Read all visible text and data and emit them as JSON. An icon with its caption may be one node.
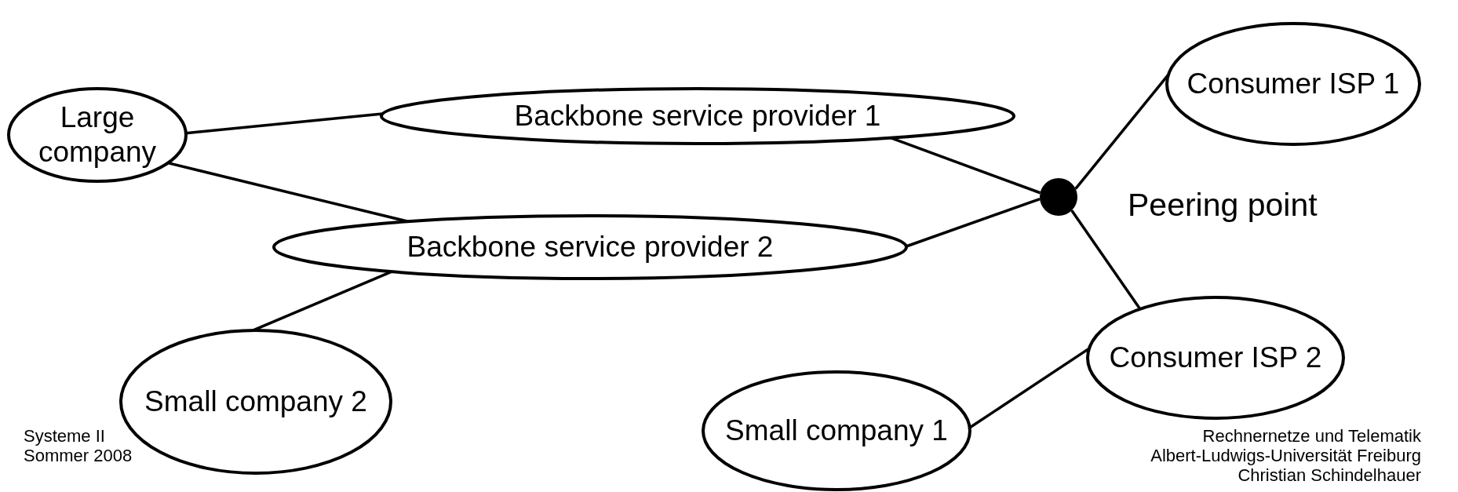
{
  "diagram": {
    "nodes": [
      {
        "text": [
          "Large company"
        ]
      },
      {
        "text": [
          "Backbone service provider 1"
        ]
      },
      {
        "text": [
          "Backbone service provider 2"
        ]
      },
      {
        "text": [
          "Small company 2"
        ]
      },
      {
        "text": [],
        "shape": "circle",
        "beside": [
          "Peering point"
        ]
      },
      {
        "text": [
          "Consumer ISP 1"
        ]
      },
      {
        "text": [
          "Consumer ISP 2"
        ]
      },
      {
        "text": [
          "Small company 1"
        ]
      }
    ],
    "edges": [
      {
        "from": 0,
        "to": 1,
        "arrow": "none"
      },
      {
        "from": 0,
        "to": 2,
        "arrow": "none"
      },
      {
        "from": 2,
        "to": 3,
        "arrow": "none"
      },
      {
        "from": 1,
        "to": 4,
        "arrow": "none"
      },
      {
        "from": 2,
        "to": 4,
        "arrow": "none"
      },
      {
        "from": 4,
        "to": 5,
        "arrow": "none"
      },
      {
        "from": 4,
        "to": 6,
        "arrow": "none"
      },
      {
        "from": 6,
        "to": 7,
        "arrow": "none"
      }
    ],
    "labels": [
      "Systeme II",
      "Sommer 2008",
      "Rechnernetze und Telematik",
      "Albert-Ludwigs-Universität Freiburg",
      "Christian Schindelhauer"
    ]
  }
}
